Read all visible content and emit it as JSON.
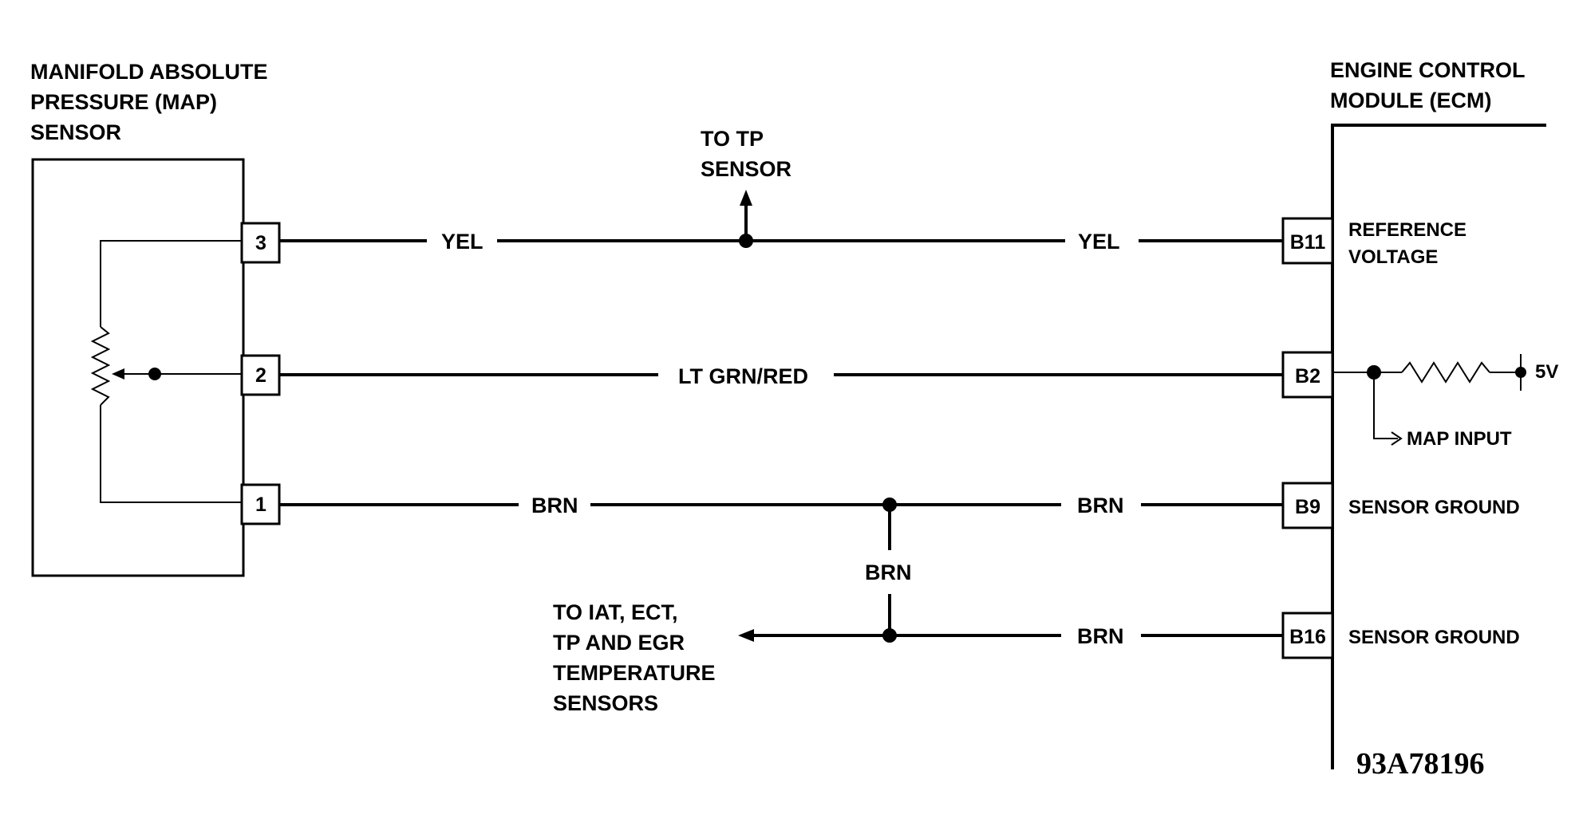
{
  "map_sensor": {
    "title_lines": [
      "MANIFOLD ABSOLUTE",
      "PRESSURE (MAP)",
      "SENSOR"
    ],
    "pins": [
      "3",
      "2",
      "1"
    ]
  },
  "ecm": {
    "title_lines": [
      "ENGINE CONTROL",
      "MODULE (ECM)"
    ],
    "pins": [
      "B11",
      "B2",
      "B9",
      "B16"
    ],
    "pin_labels": {
      "b11_lines": [
        "REFERENCE",
        "VOLTAGE"
      ],
      "b9": "SENSOR GROUND",
      "b16": "SENSOR GROUND"
    },
    "supply_label": "5V",
    "map_input_label": "MAP INPUT"
  },
  "wires": {
    "ref_left": "YEL",
    "ref_right": "YEL",
    "signal": "LT GRN/RED",
    "ground_left": "BRN",
    "ground_right": "BRN",
    "ground_vertical": "BRN",
    "ground_lower": "BRN"
  },
  "branches": {
    "tp_sensor_lines": [
      "TO TP",
      "SENSOR"
    ],
    "other_sensors_lines": [
      "TO IAT, ECT,",
      "TP AND EGR",
      "TEMPERATURE",
      "SENSORS"
    ]
  },
  "figure_id": "93A78196"
}
